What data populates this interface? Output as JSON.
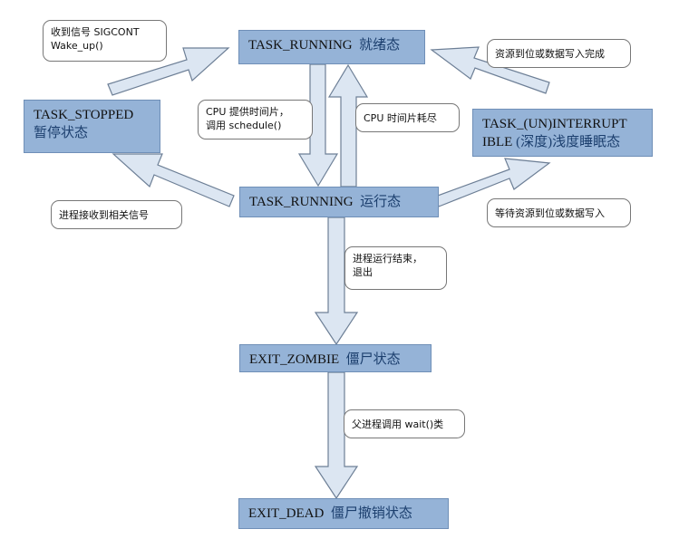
{
  "states": {
    "running_ready": {
      "label": "TASK_RUNNING",
      "cn": "就绪态"
    },
    "stopped": {
      "label": "TASK_STOPPED",
      "cn": "暂停状态"
    },
    "interruptible": {
      "line1": "TASK_(UN)INTERRUPT",
      "line2a": "IBLE",
      "line2b": "(深度)浅度睡眠态"
    },
    "running": {
      "label": "TASK_RUNNING",
      "cn": "运行态"
    },
    "zombie": {
      "label": "EXIT_ZOMBIE",
      "cn": "僵尸状态"
    },
    "dead": {
      "label": "EXIT_DEAD",
      "cn": "僵尸撤销状态"
    }
  },
  "notes": {
    "sigcont": {
      "line1": "收到信号 SIGCONT",
      "line2": "Wake_up()"
    },
    "resource_ready": "资源到位或数据写入完成",
    "cpu_slice": {
      "line1": "CPU 提供时间片，",
      "line2": "调用 schedule()"
    },
    "cpu_exhausted": "CPU 时间片耗尽",
    "signal_received": "进程接收到相关信号",
    "wait_resource": "等待资源到位或数据写入",
    "process_end": {
      "line1": "进程运行结束，",
      "line2": "退出"
    },
    "parent_wait": "父进程调用 wait()类"
  },
  "colors": {
    "state_fill": "#95b3d7",
    "state_border": "#6f8fb7",
    "arrow_fill": "#dce6f2",
    "arrow_stroke": "#6d7f96"
  }
}
